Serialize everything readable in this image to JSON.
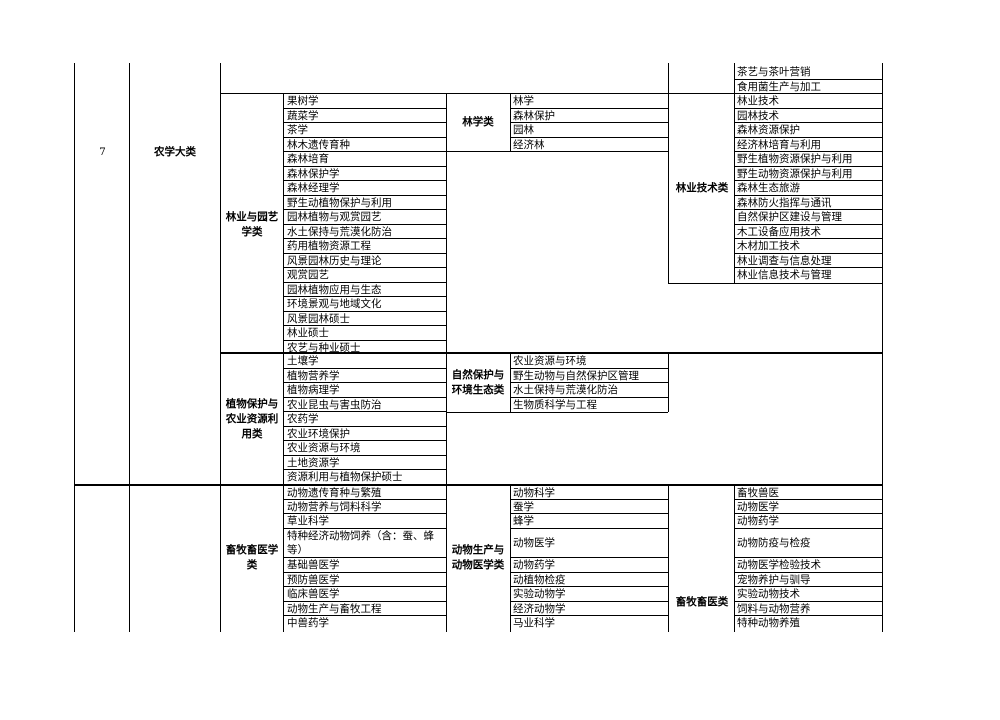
{
  "row_number": "7",
  "category": "农学大类",
  "top_overflow": [
    "茶艺与茶叶营销",
    "食用菌生产与加工"
  ],
  "groups": {
    "forestry_horticulture": {
      "name": "林业与园艺学类",
      "col3": [
        "果树学",
        "蔬菜学",
        "茶学",
        "林木遗传育种",
        "森林培育",
        "森林保护学",
        "森林经理学",
        "野生动植物保护与利用",
        "园林植物与观赏园艺",
        "水土保持与荒漠化防治",
        "药用植物资源工程",
        "风景园林历史与理论",
        "观赏园艺",
        "园林植物应用与生态",
        "环境景观与地域文化",
        "风景园林硕士",
        "林业硕士",
        "农艺与种业硕士"
      ]
    },
    "forestry_b": {
      "name": "林学类",
      "items": [
        "林学",
        "森林保护",
        "园林",
        "经济林"
      ]
    },
    "forestry_tech": {
      "name": "林业技术类",
      "items": [
        "林业技术",
        "园林技术",
        "森林资源保护",
        "经济林培育与利用",
        "野生植物资源保护与利用",
        "野生动物资源保护与利用",
        "森林生态旅游",
        "森林防火指挥与通讯",
        "自然保护区建设与管理",
        "木工设备应用技术",
        "木材加工技术",
        "林业调查与信息处理",
        "林业信息技术与管理"
      ]
    },
    "plant_protection": {
      "name": "植物保护与农业资源利用类",
      "col3": [
        "土壤学",
        "植物营养学",
        "植物病理学",
        "农业昆虫与害虫防治",
        "农药学",
        "农业环境保护",
        "农业资源与环境",
        "土地资源学",
        "资源利用与植物保护硕士"
      ]
    },
    "nature_protection": {
      "name": "自然保护与环境生态类",
      "items": [
        "农业资源与环境",
        "野生动物与自然保护区管理",
        "水土保持与荒漠化防治",
        "生物质科学与工程"
      ]
    },
    "animal_husbandry": {
      "name": "畜牧畜医学类",
      "col3": [
        "动物遗传育种与繁殖",
        "动物营养与饲料科学",
        "草业科学",
        "特种经济动物饲养（含：蚕、蜂等）",
        "基础兽医学",
        "预防兽医学",
        "临床兽医学",
        "动物生产与畜牧工程",
        "中兽药学"
      ]
    },
    "animal_production": {
      "name": "动物生产与动物医学类",
      "items": [
        "动物科学",
        "蚕学",
        "蜂学",
        "动物医学",
        "动物药学",
        "动植物检疫",
        "实验动物学",
        "经济动物学",
        "马业科学"
      ]
    },
    "animal_vet": {
      "name": "畜牧畜医类",
      "items": [
        "畜牧兽医",
        "动物医学",
        "动物药学",
        "动物防疫与检疫",
        "动物医学检验技术",
        "宠物养护与驯导",
        "实验动物技术",
        "饲料与动物营养",
        "特种动物养殖"
      ]
    }
  }
}
